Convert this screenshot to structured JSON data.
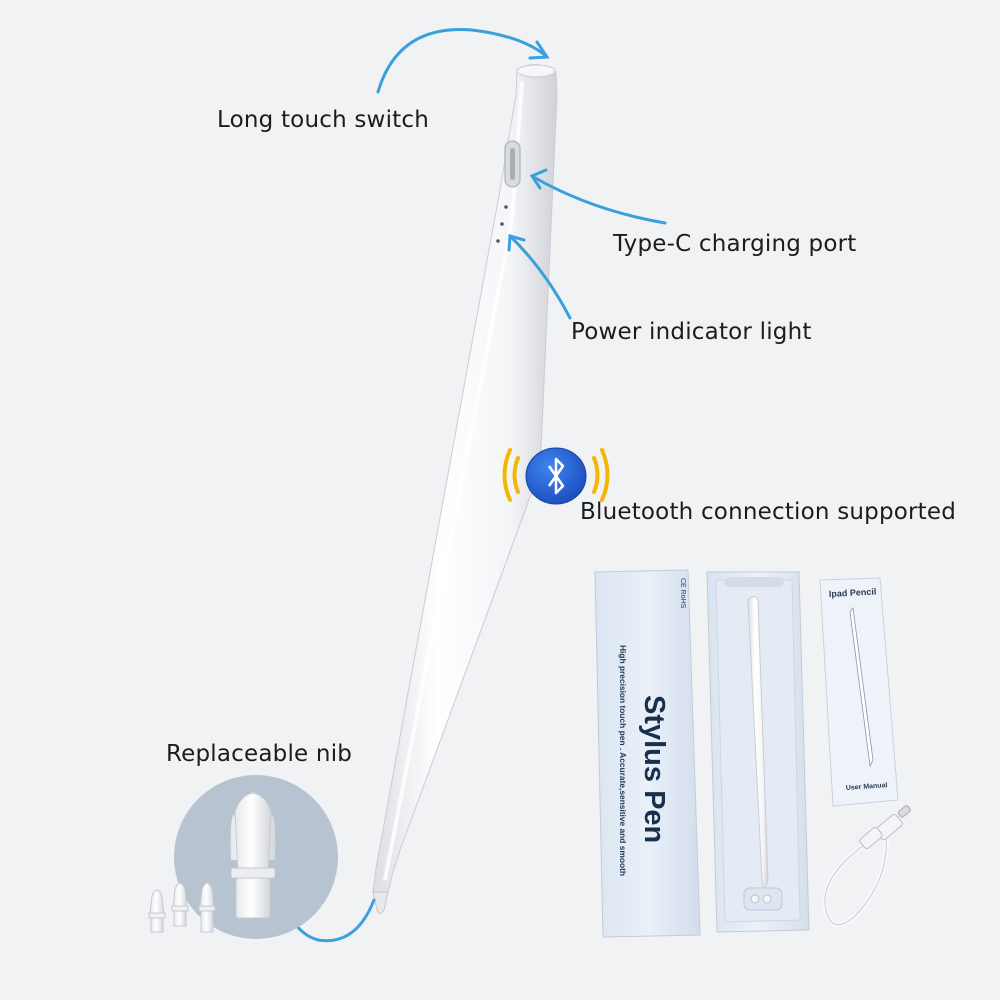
{
  "callouts": {
    "long_touch_switch": "Long touch switch",
    "type_c_port": "Type-C charging port",
    "power_indicator": "Power indicator light",
    "bluetooth": "Bluetooth connection supported",
    "replaceable_nib": "Replaceable nib"
  },
  "packaging": {
    "box_title": "Stylus Pen",
    "box_subtitle": "High precision touch pen . Accurate,sensitive and smooth",
    "cert_marks": "CE RoHS",
    "manual_title": "Ipad Pencil",
    "manual_footer": "User Manual"
  },
  "colors": {
    "background": "#f1f2f4",
    "arrow": "#3aa0dc",
    "bluetooth_badge": "#1d5fd6",
    "signal_waves": "#f2b705",
    "nib_circle": "#b7c3d0",
    "box_paper": "#e2eaf5",
    "box_text": "#1a2f4e"
  },
  "icons": {
    "bluetooth": "bluetooth-icon",
    "signal": "signal-waves-icon",
    "usb_cable": "usb-c-cable-icon"
  }
}
